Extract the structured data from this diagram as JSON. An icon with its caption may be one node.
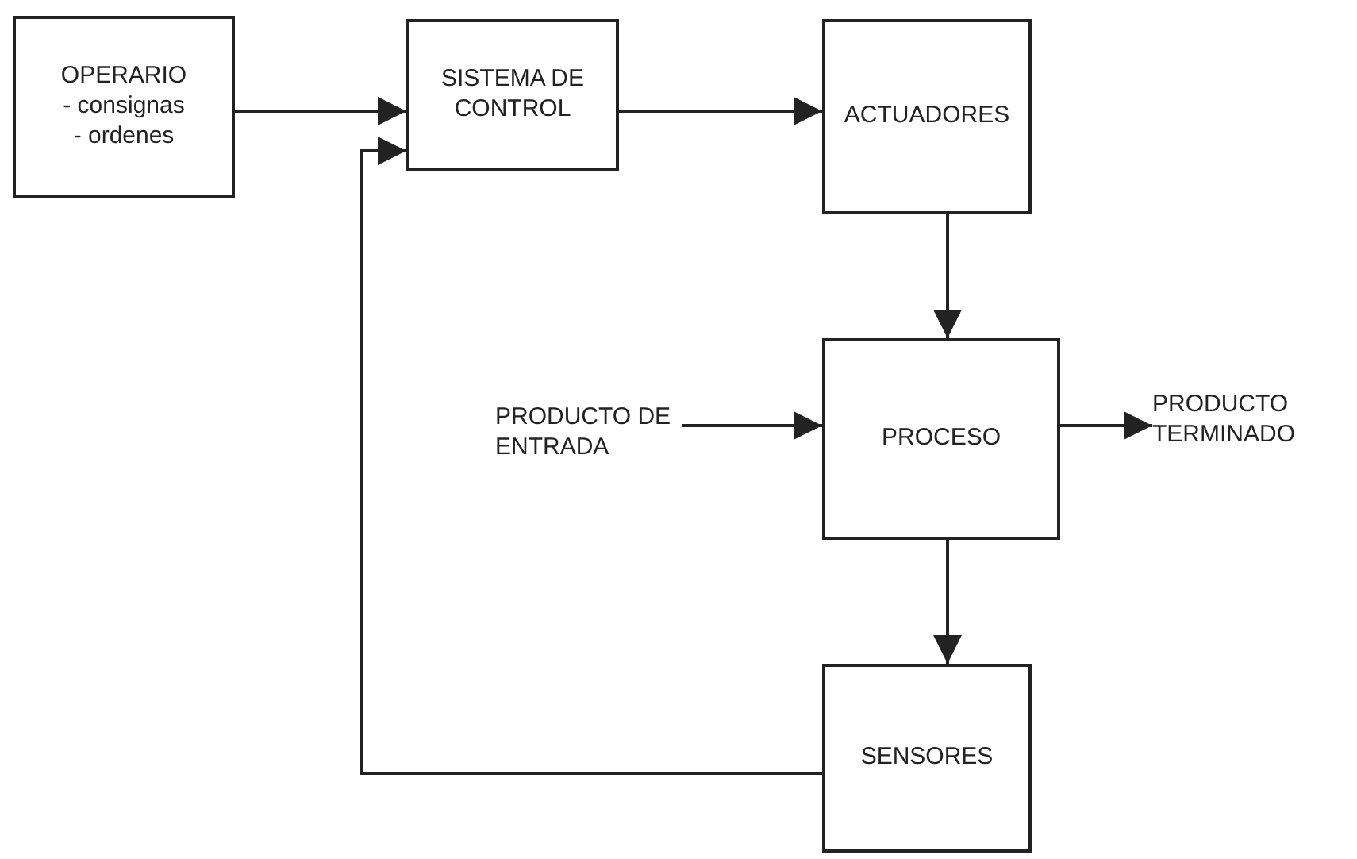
{
  "diagram": {
    "nodes": [
      {
        "text": [
          "OPERARIO",
          "- consignas",
          "- ordenes"
        ]
      },
      {
        "text": [
          "SISTEMA DE CONTROL"
        ]
      },
      {
        "text": [
          "ACTUADORES"
        ]
      },
      {
        "text": [
          "PRODUCTO DE ENTRADA"
        ]
      },
      {
        "text": [
          "PROCESO"
        ]
      },
      {
        "text": [
          "PRODUCTO TERMINADO"
        ]
      },
      {
        "text": [
          "SENSORES"
        ]
      }
    ],
    "edges": [
      {
        "from": 0,
        "to": 1,
        "arrow": "to"
      },
      {
        "from": 1,
        "to": 2,
        "arrow": "to"
      },
      {
        "from": 2,
        "to": 4,
        "arrow": "to"
      },
      {
        "from": 3,
        "to": 4,
        "arrow": "to"
      },
      {
        "from": 4,
        "to": 5,
        "arrow": "to"
      },
      {
        "from": 4,
        "to": 6,
        "arrow": "to"
      },
      {
        "from": 6,
        "to": 1,
        "arrow": "to"
      }
    ]
  }
}
